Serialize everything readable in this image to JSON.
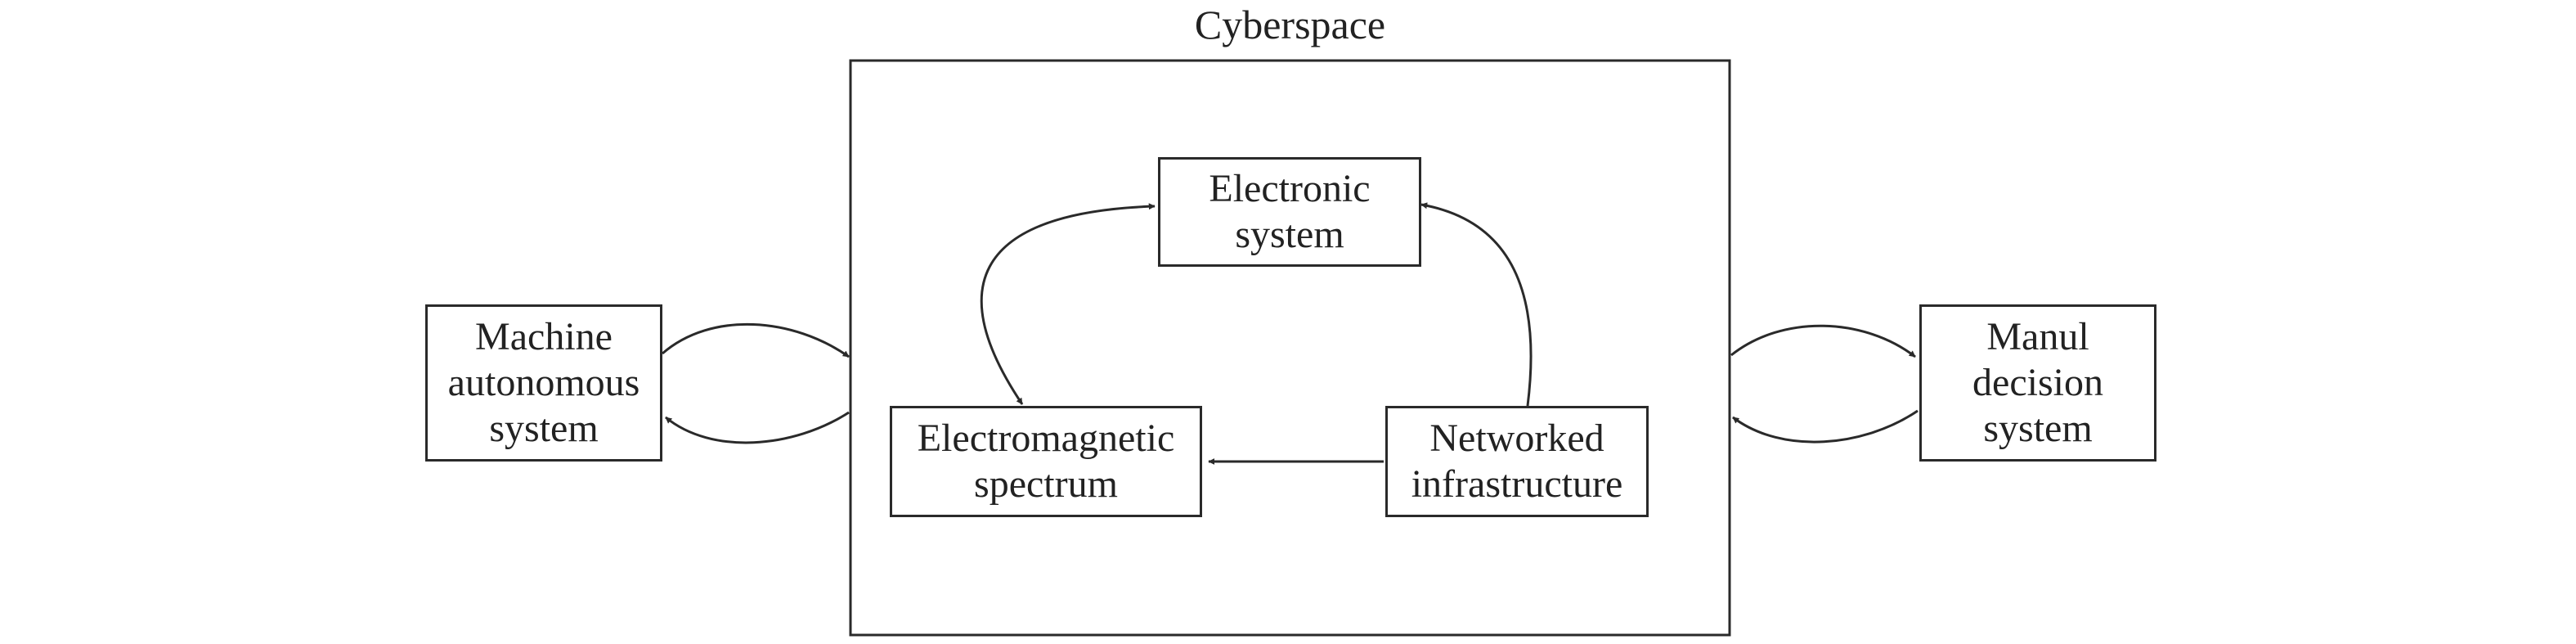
{
  "diagram": {
    "cyberspace_label": "Cyberspace",
    "nodes": {
      "electronic_system": "Electronic\nsystem",
      "electromagnetic_spectrum": "Electromagnetic\nspectrum",
      "networked_infrastructure": "Networked\ninfrastructure",
      "machine_autonomous_system": "Machine\nautonomous\nsystem",
      "manul_decision_system": "Manul\ndecision\nsystem"
    }
  }
}
